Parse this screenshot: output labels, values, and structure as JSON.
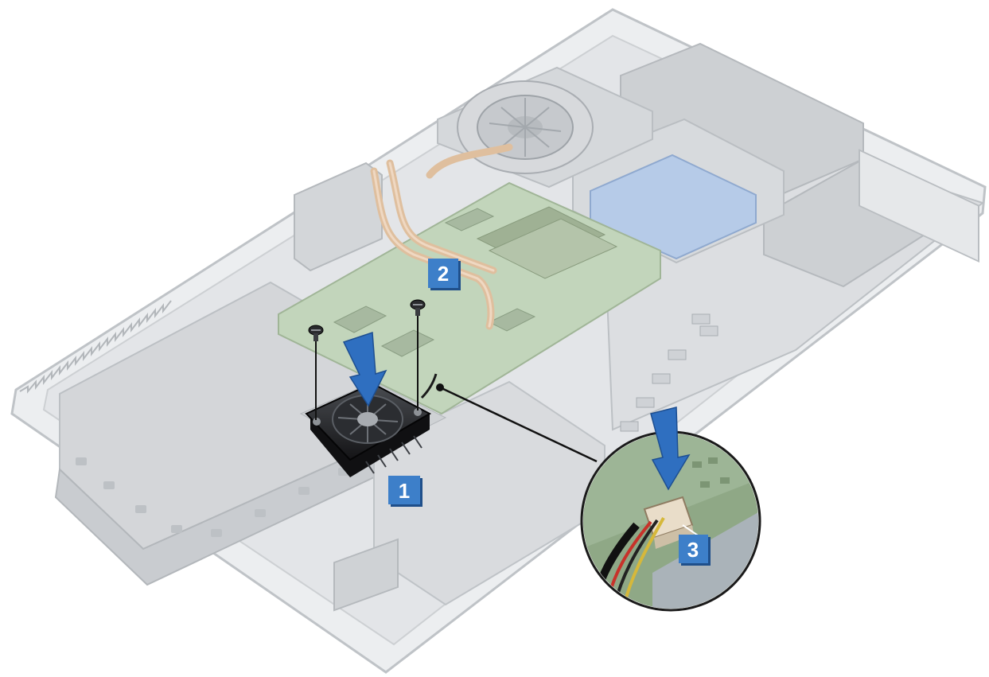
{
  "figure": {
    "callouts": [
      {
        "id": "1",
        "label": "1"
      },
      {
        "id": "2",
        "label": "2"
      },
      {
        "id": "3",
        "label": "3"
      }
    ]
  },
  "colors": {
    "callout_fill": "#3d7fc9",
    "callout_shadow": "#1f4f8a",
    "arrow": "#2f6fc0",
    "chassis": "#e6e8ea",
    "chassis_edge": "#b9bdc1",
    "board": "#b8cdb0",
    "heatpipe": "#ddb896",
    "fan_body": "#1d1d1f",
    "blue_caddy": "#a9c3e6"
  },
  "icons": [
    "system-fan-icon",
    "screw-icon",
    "push-arrow-icon",
    "connector-icon",
    "heat-pipe-icon"
  ]
}
